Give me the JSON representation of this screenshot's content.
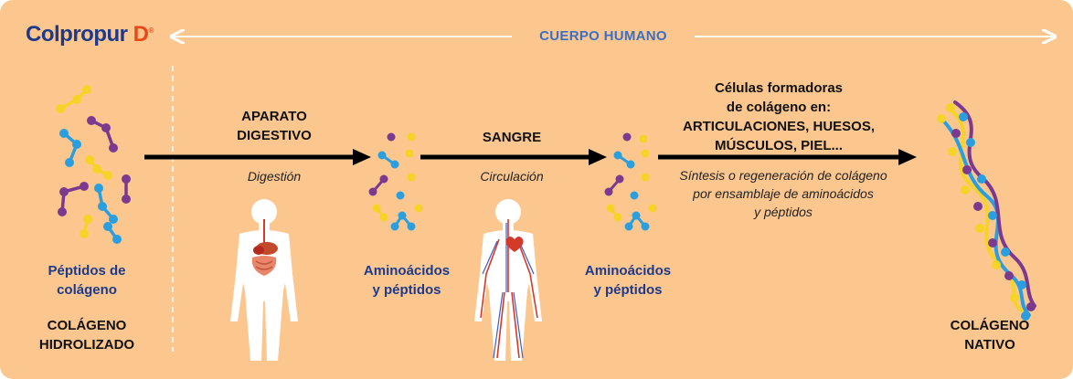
{
  "brand": {
    "name": "Colpropur",
    "suffix": "D",
    "mark": "®"
  },
  "header": {
    "label": "CUERPO HUMANO"
  },
  "stages": {
    "source": {
      "caption": "Péptidos de colágeno",
      "title_line1": "COLÁGENO",
      "title_line2": "HIDROLIZADO"
    },
    "digest": {
      "title_line1": "APARATO",
      "title_line2": "DIGESTIVO",
      "process": "Digestión"
    },
    "mid1": {
      "caption_line1": "Aminoácidos",
      "caption_line2": "y péptidos"
    },
    "blood": {
      "title": "SANGRE",
      "process": "Circulación"
    },
    "mid2": {
      "caption_line1": "Aminoácidos",
      "caption_line2": "y péptidos"
    },
    "cells": {
      "title_line1": "Células formadoras",
      "title_line2": "de colágeno en:",
      "title_line3": "ARTICULACIONES, HUESOS,",
      "title_line4": "MÚSCULOS, PIEL...",
      "desc_line1": "Síntesis o regeneración de colágeno",
      "desc_line2": "por ensamblaje de aminoácidos",
      "desc_line3": "y péptidos"
    },
    "result": {
      "title_line1": "COLÁGENO",
      "title_line2": "NATIVO"
    }
  },
  "colors": {
    "background": "#fcc78f",
    "brand_blue": "#1d3a8a",
    "accent_orange": "#e64a19",
    "header_blue": "#3b6fc4",
    "molecule_yellow": "#f5d327",
    "molecule_blue": "#2a9fe0",
    "molecule_purple": "#7b3a8e",
    "arrow": "#000000"
  }
}
